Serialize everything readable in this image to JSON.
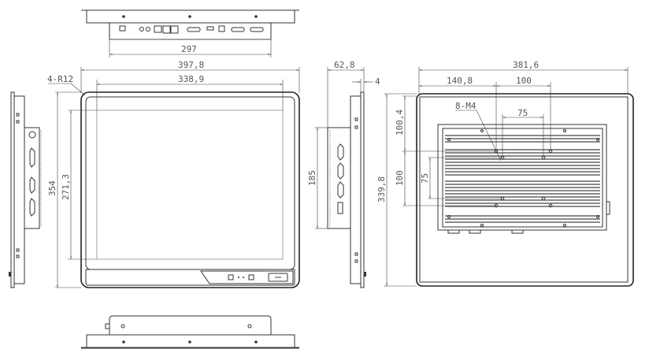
{
  "drawing": {
    "units": "mm",
    "views": {
      "top": {
        "label": "top-view",
        "dimensions": {
          "chassis_width": "297"
        }
      },
      "front": {
        "label": "front-view",
        "dimensions": {
          "overall_width": "397,8",
          "display_width": "338,9",
          "overall_height": "354",
          "display_height": "271,3",
          "corner_radius": "4-R12"
        }
      },
      "side_left": {
        "label": "left-side-view"
      },
      "side_right": {
        "label": "right-side-view",
        "dimensions": {
          "depth": "62,8",
          "bezel_thickness": "4",
          "chassis_height": "185"
        }
      },
      "rear": {
        "label": "rear-view",
        "dimensions": {
          "overall_width": "381,6",
          "overall_height": "339,8",
          "mount_offset_x": "140,8",
          "vesa_100_x": "100",
          "vesa_75_x": "75",
          "mount_offset_y": "100,4",
          "vesa_100_y": "100",
          "vesa_75_y": "75",
          "screws": "8-M4"
        }
      },
      "bottom": {
        "label": "bottom-view"
      }
    },
    "colors": {
      "line": "#333333",
      "dimension_text": "#555555",
      "background": "#ffffff"
    }
  }
}
